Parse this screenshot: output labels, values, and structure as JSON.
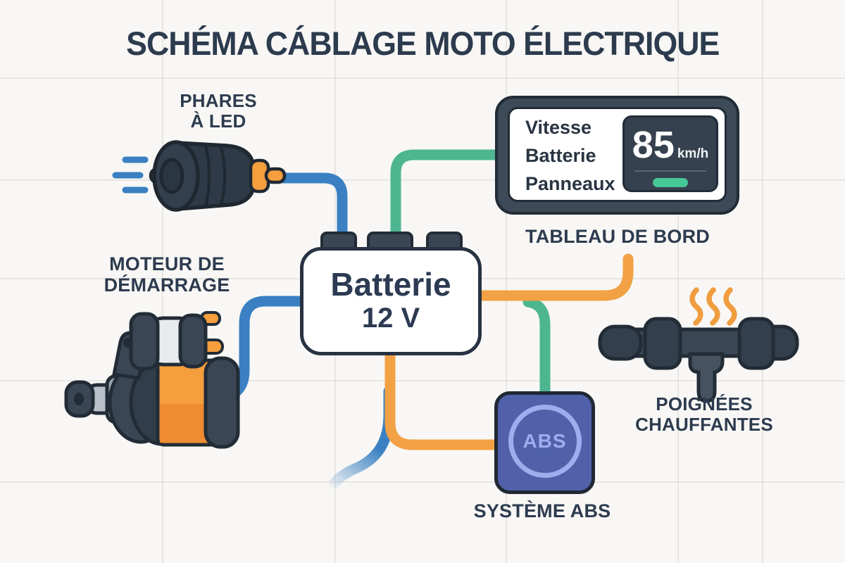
{
  "title": "SCHÉMA CÁBLAGE MOTO ÉLECTRIQUE",
  "colors": {
    "background": "#f8f7f5",
    "text_navy": "#2d3b4e",
    "outline_dark": "#222c36",
    "wire_blue": "#3a80c2",
    "wire_green": "#4db690",
    "wire_orange": "#f2a144",
    "part_orange": "#f59e3e",
    "abs_background": "#5061aa",
    "abs_accent": "#9fadee",
    "screen_background": "#35414e",
    "indicator_green": "#45c796"
  },
  "components": {
    "headlight": {
      "label_line1": "PHARES",
      "label_line2": "À LED"
    },
    "starter_motor": {
      "label_line1": "MOTEUR DE",
      "label_line2": "DÉMARRAGE"
    },
    "battery": {
      "name": "Batterie",
      "voltage": "12 V"
    },
    "dashboard": {
      "label": "TABLEAU DE BORD",
      "menu_lines": [
        "Vitesse",
        "Batterie",
        "Panneaux"
      ],
      "speed_value": "85",
      "speed_unit": "km/h"
    },
    "abs": {
      "badge_text": "ABS",
      "label": "SYSTÈME ABS"
    },
    "heated_grips": {
      "label_line1": "POIGNÉES",
      "label_line2": "CHAUFFANTES"
    }
  },
  "wires": [
    {
      "from": "phares-a-led",
      "to": "batterie",
      "color": "blue"
    },
    {
      "from": "moteur-de-demarrage",
      "to": "batterie",
      "color": "blue"
    },
    {
      "from": "batterie",
      "to": "tableau-de-bord",
      "color": "green"
    },
    {
      "from": "batterie",
      "to": "poignees-chauffantes",
      "color": "orange"
    },
    {
      "from": "batterie",
      "to": "systeme-abs",
      "color": "orange"
    },
    {
      "from": "tableau-de-bord",
      "to": "systeme-abs",
      "color": "green"
    }
  ]
}
